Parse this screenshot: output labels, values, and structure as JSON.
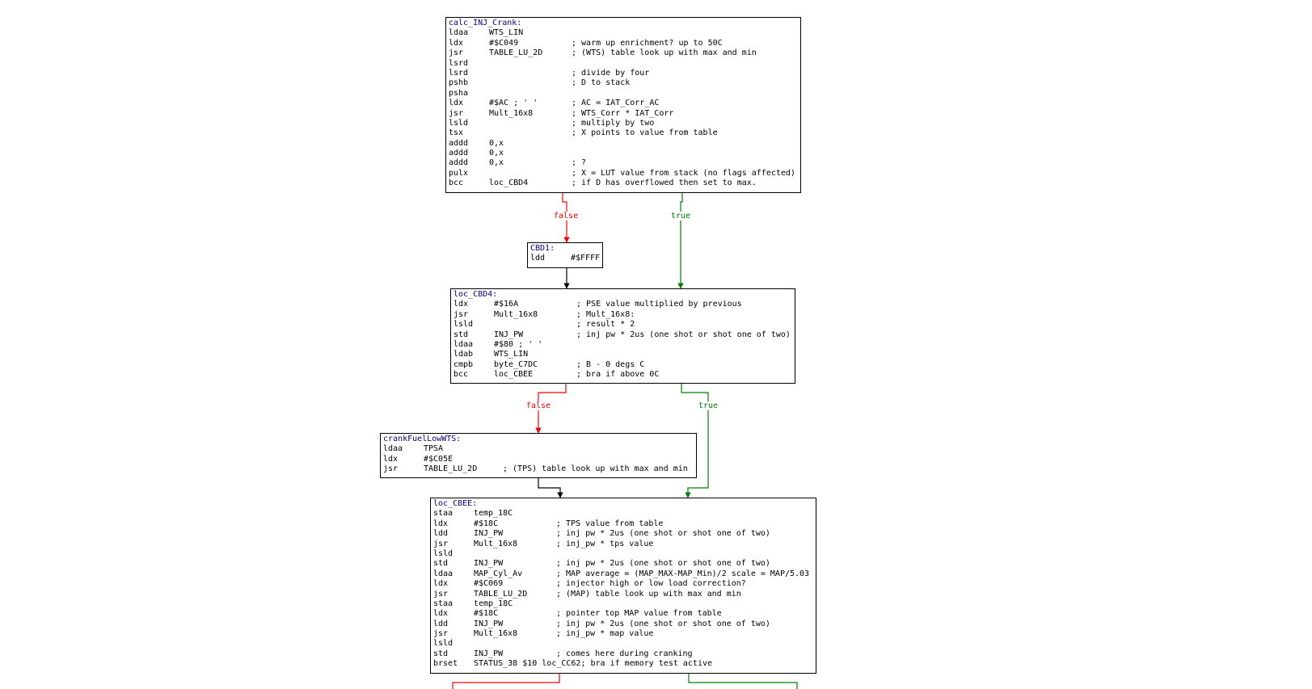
{
  "colors": {
    "false_edge": "#ff0000",
    "true_edge": "#008000",
    "normal_edge": "#000000",
    "label": "#00008b"
  },
  "edge_labels": {
    "false": "false",
    "true": "true"
  },
  "blocks": [
    {
      "id": "calc_INJ_Crank",
      "label": "calc_INJ_Crank:",
      "lines": [
        {
          "m": "ldaa",
          "o": "WTS_LIN",
          "c": ""
        },
        {
          "m": "ldx",
          "o": "#$C049",
          "c": "; warm up enrichment? up to 50C"
        },
        {
          "m": "jsr",
          "o": "TABLE_LU_2D",
          "c": "; (WTS) table look up with max and min"
        },
        {
          "m": "lsrd",
          "o": "",
          "c": ""
        },
        {
          "m": "lsrd",
          "o": "",
          "c": "; divide by four"
        },
        {
          "m": "pshb",
          "o": "",
          "c": "; D to stack"
        },
        {
          "m": "psha",
          "o": "",
          "c": ""
        },
        {
          "m": "ldx",
          "o": "#$AC ; ' '",
          "c": "; AC = IAT_Corr_AC"
        },
        {
          "m": "jsr",
          "o": "Mult_16x8",
          "c": "; WTS_Corr * IAT_Corr"
        },
        {
          "m": "lsld",
          "o": "",
          "c": "; multiply by two"
        },
        {
          "m": "tsx",
          "o": "",
          "c": "; X points to value from table"
        },
        {
          "m": "addd",
          "o": "0,x",
          "c": ""
        },
        {
          "m": "addd",
          "o": "0,x",
          "c": ""
        },
        {
          "m": "addd",
          "o": "0,x",
          "c": "; ?"
        },
        {
          "m": "pulx",
          "o": "",
          "c": "; X = LUT value from stack (no flags affected)"
        },
        {
          "m": "bcc",
          "o": "loc_CBD4",
          "c": "; if D has overflowed then set to max."
        }
      ]
    },
    {
      "id": "CBD1",
      "label": "CBD1:",
      "lines": [
        {
          "m": "ldd",
          "o": "#$FFFF",
          "c": ""
        }
      ]
    },
    {
      "id": "loc_CBD4",
      "label": "loc_CBD4:",
      "lines": [
        {
          "m": "ldx",
          "o": "#$16A",
          "c": "; PSE value multiplied by previous"
        },
        {
          "m": "jsr",
          "o": "Mult_16x8",
          "c": "; Mult_16x8:"
        },
        {
          "m": "lsld",
          "o": "",
          "c": "; result * 2"
        },
        {
          "m": "std",
          "o": "INJ_PW",
          "c": "; inj pw * 2us (one shot or shot one of two)"
        },
        {
          "m": "ldaa",
          "o": "#$80 ; ' '",
          "c": ""
        },
        {
          "m": "ldab",
          "o": "WTS_LIN",
          "c": ""
        },
        {
          "m": "cmpb",
          "o": "byte_C7DC",
          "c": "; B - 0 degs C"
        },
        {
          "m": "bcc",
          "o": "loc_CBEE",
          "c": "; bra if above 0C"
        }
      ]
    },
    {
      "id": "crankFuelLowWTS",
      "label": "crankFuelLowWTS:",
      "lines": [
        {
          "m": "ldaa",
          "o": "TPSA",
          "c": ""
        },
        {
          "m": "ldx",
          "o": "#$C05E",
          "c": ""
        },
        {
          "m": "jsr",
          "o": "TABLE_LU_2D",
          "c": "; (TPS) table look up with max and min"
        }
      ]
    },
    {
      "id": "loc_CBEE",
      "label": "loc_CBEE:",
      "lines": [
        {
          "m": "staa",
          "o": "temp_18C",
          "c": ""
        },
        {
          "m": "ldx",
          "o": "#$18C",
          "c": "; TPS value from table"
        },
        {
          "m": "ldd",
          "o": "INJ_PW",
          "c": "; inj pw * 2us (one shot or shot one of two)"
        },
        {
          "m": "jsr",
          "o": "Mult_16x8",
          "c": "; inj_pw * tps value"
        },
        {
          "m": "lsld",
          "o": "",
          "c": ""
        },
        {
          "m": "std",
          "o": "INJ_PW",
          "c": "; inj pw * 2us (one shot or shot one of two)"
        },
        {
          "m": "ldaa",
          "o": "MAP_Cyl_Av",
          "c": "; MAP average = (MAP_MAX-MAP_Min)/2 scale = MAP/5.03"
        },
        {
          "m": "ldx",
          "o": "#$C069",
          "c": "; injector high or low load correction?"
        },
        {
          "m": "jsr",
          "o": "TABLE_LU_2D",
          "c": "; (MAP) table look up with max and min"
        },
        {
          "m": "staa",
          "o": "temp_18C",
          "c": ""
        },
        {
          "m": "ldx",
          "o": "#$18C",
          "c": "; pointer top MAP value from table"
        },
        {
          "m": "ldd",
          "o": "INJ_PW",
          "c": "; inj pw * 2us (one shot or shot one of two)"
        },
        {
          "m": "jsr",
          "o": "Mult_16x8",
          "c": "; inj_pw * map value"
        },
        {
          "m": "lsld",
          "o": "",
          "c": ""
        },
        {
          "m": "std",
          "o": "INJ_PW",
          "c": "; comes here during cranking"
        },
        {
          "m": "brset",
          "o": "STATUS_38 $10 loc_CC62; bra if memory test active",
          "c": ""
        }
      ]
    }
  ]
}
